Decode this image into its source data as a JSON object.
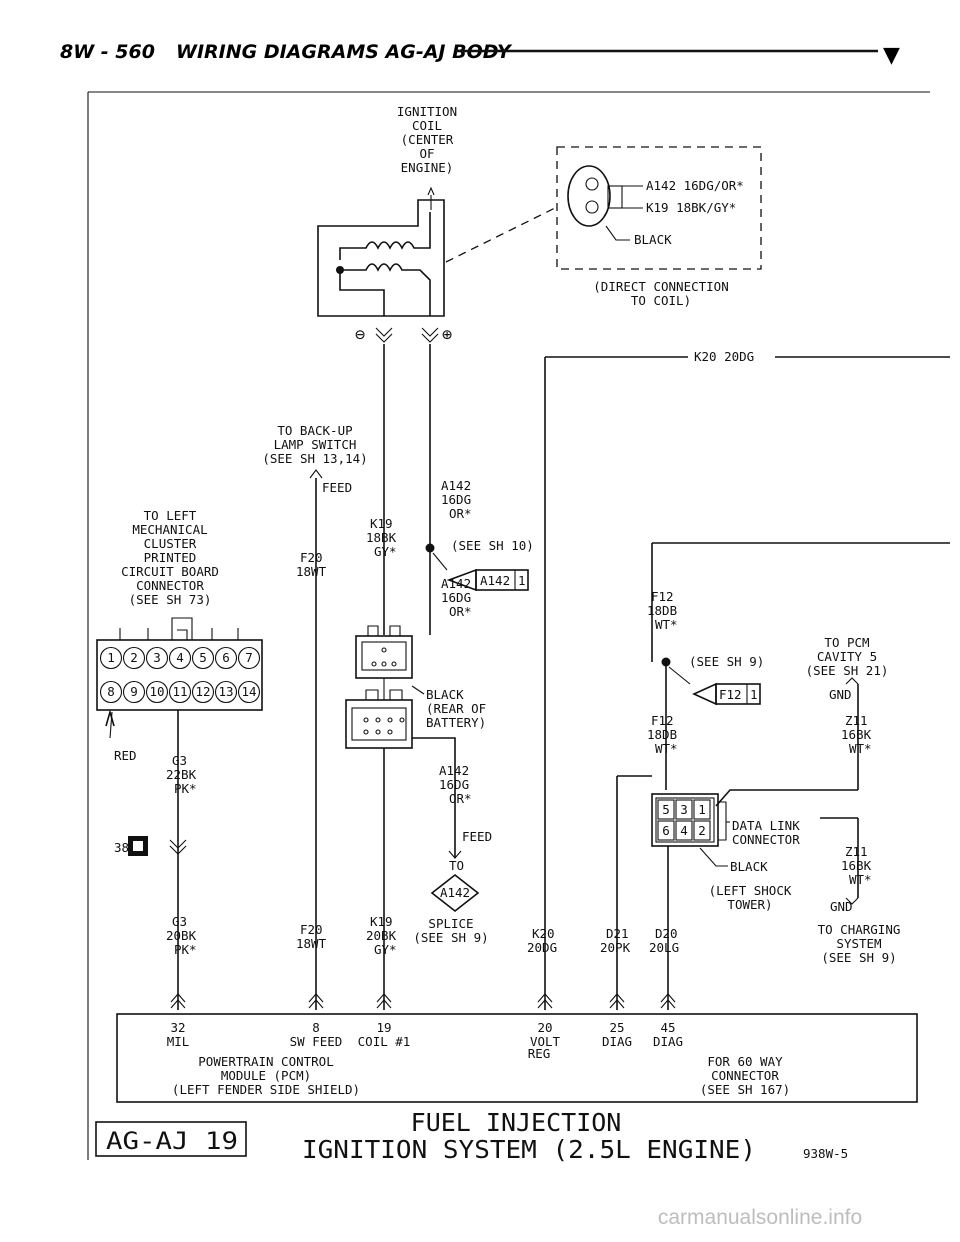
{
  "header": {
    "page": "8W - 560",
    "title": "WIRING DIAGRAMS AG-AJ BODY",
    "marker": "▼"
  },
  "ignition_coil": {
    "lines": [
      "IGNITION",
      "COIL",
      "(CENTER",
      "OF",
      "ENGINE)"
    ],
    "minus_symbol": "⊖",
    "plus_symbol": "⊕"
  },
  "direct_connection": {
    "wire1": "A142 16DG/OR*",
    "wire2": "K19 18BK/GY*",
    "color": "BLACK",
    "caption": [
      "(DIRECT CONNECTION",
      "TO COIL)"
    ]
  },
  "k20_top": "K20 20DG",
  "backup_lamp": {
    "lines": [
      "TO BACK-UP",
      "LAMP SWITCH",
      "(SEE SH 13,14)"
    ],
    "feed": "FEED"
  },
  "wire_a142_upper": [
    "A142",
    "16DG",
    "OR*"
  ],
  "wire_k19_upper": [
    "K19",
    "18BK",
    "GY*"
  ],
  "splice_ref_upper": "(SEE SH 10)",
  "splice_tag_upper": {
    "name": "A142",
    "num": "1"
  },
  "wire_a142_mid": [
    "A142",
    "16DG",
    "OR*"
  ],
  "wire_f20_upper": [
    "F20",
    "18WT"
  ],
  "cluster": {
    "lines": [
      "TO LEFT",
      "MECHANICAL",
      "CLUSTER",
      "PRINTED",
      "CIRCUIT BOARD",
      "CONNECTOR",
      "(SEE SH 73)"
    ],
    "top_pins": [
      "1",
      "2",
      "3",
      "4",
      "5",
      "6",
      "7"
    ],
    "bottom_pins": [
      "8",
      "9",
      "10",
      "11",
      "12",
      "13",
      "14"
    ],
    "red": "RED"
  },
  "wire_g3_upper": [
    "G3",
    "22BK",
    "PK*"
  ],
  "ground_ref": "38",
  "battery_conn": {
    "color": "BLACK",
    "lines": [
      "(REAR OF",
      "BATTERY)"
    ]
  },
  "wire_a142_lower": [
    "A142",
    "16DG",
    "OR*"
  ],
  "feed_to": [
    "FEED",
    "TO"
  ],
  "splice_lower": {
    "name": "A142",
    "lines": [
      "SPLICE",
      "(SEE SH 9)"
    ]
  },
  "f12_upper": [
    "F12",
    "18DB",
    "WT*"
  ],
  "f12_ref": "(SEE SH 9)",
  "f12_tag": {
    "name": "F12",
    "num": "1"
  },
  "f12_lower": [
    "F12",
    "18DB",
    "WT*"
  ],
  "pcm_cavity": [
    "TO PCM",
    "CAVITY 5",
    "(SEE SH 21)"
  ],
  "gnd_label": "GND",
  "z11_upper": [
    "Z11",
    "16BK",
    "WT*"
  ],
  "dlc": {
    "pins": [
      "5",
      "3",
      "1",
      "6",
      "4",
      "2"
    ],
    "lines": [
      "DATA LINK",
      "CONNECTOR"
    ],
    "color": "BLACK",
    "location": [
      "(LEFT SHOCK",
      "TOWER)"
    ]
  },
  "z11_lower": [
    "Z11",
    "16BK",
    "WT*"
  ],
  "gnd_lower": "GND",
  "charging": [
    "TO CHARGING",
    "SYSTEM",
    "(SEE SH 9)"
  ],
  "bottom_wires": {
    "g3": [
      "G3",
      "20BK",
      "PK*"
    ],
    "f20": [
      "F20",
      "18WT"
    ],
    "k19": [
      "K19",
      "20BK",
      "GY*"
    ],
    "k20": [
      "K20",
      "20DG"
    ],
    "d21": [
      "D21",
      "20PK"
    ],
    "d20": [
      "D20",
      "20LG"
    ]
  },
  "pcm": {
    "pins": [
      {
        "num": "32",
        "label": "MIL"
      },
      {
        "num": "8",
        "label": "SW FEED"
      },
      {
        "num": "19",
        "label": "COIL #1"
      },
      {
        "num": "20",
        "label": "VOLT"
      },
      {
        "num": "25",
        "label": "DIAG"
      },
      {
        "num": "45",
        "label": "DIAG"
      }
    ],
    "reg": "REG",
    "lines": [
      "POWERTRAIN CONTROL",
      "MODULE (PCM)",
      "(LEFT FENDER SIDE SHIELD)"
    ],
    "connector": [
      "FOR 60 WAY",
      "CONNECTOR",
      "(SEE SH 167)"
    ]
  },
  "footer": {
    "box": "AG-AJ 19",
    "title1": "FUEL INJECTION",
    "title2": "IGNITION SYSTEM (2.5L ENGINE)",
    "code": "938W-5"
  },
  "watermark": "carmanualsonline.info"
}
